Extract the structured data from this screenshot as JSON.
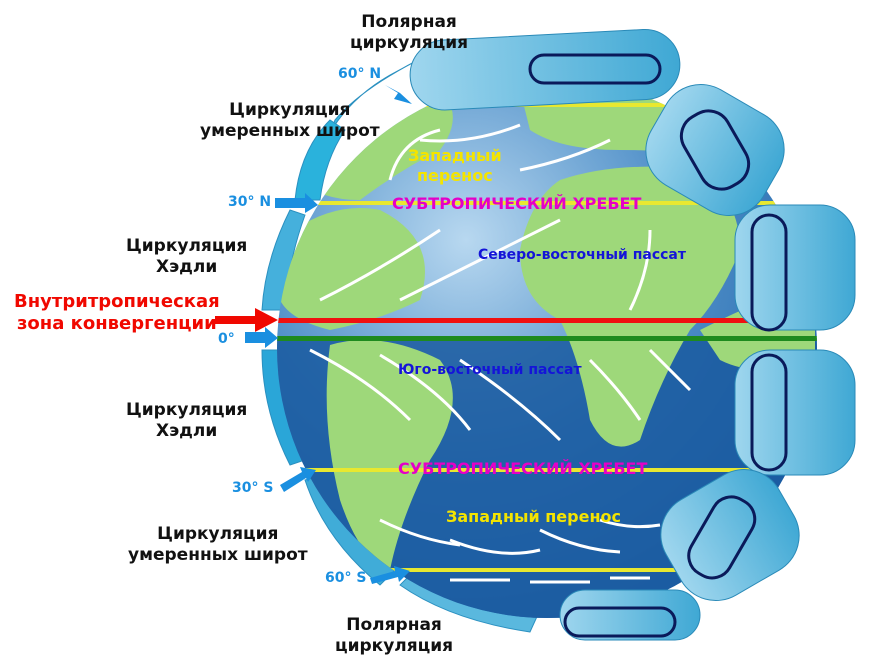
{
  "labels": {
    "polar_top": [
      "Полярная",
      "циркуляция"
    ],
    "lat_60n": "60° N",
    "temperate_top": [
      "Циркуляция",
      "умеренных широт"
    ],
    "lat_30n": "30° N",
    "hadley_top": [
      "Циркуляция",
      "Хэдли"
    ],
    "itcz": [
      "Внутритропическая",
      "зона конвергенции"
    ],
    "lat_0": "0°",
    "hadley_bottom": [
      "Циркуляция",
      "Хэдли"
    ],
    "lat_30s": "30° S",
    "temperate_bottom": [
      "Циркуляция",
      "умеренных широт"
    ],
    "lat_60s": "60° S",
    "polar_bottom": [
      "Полярная",
      "циркуляция"
    ]
  },
  "globe": {
    "westerlies_north": [
      "Западный",
      "перенос"
    ],
    "ridge_north": "СУБТРОПИЧЕСКИЙ ХРЕБЕТ",
    "ne_trades": "Северо-восточный пассат",
    "se_trades": "Юго-восточный пассат",
    "ridge_south": "СУБТРОПИЧЕСКИЙ ХРЕБЕТ",
    "westerlies_south": "Западный перенос"
  },
  "colors": {
    "itcz": "#f01010",
    "equator": "#1e8a1e",
    "ridge": "#e8e830",
    "latitude": "#1a8fe0"
  }
}
